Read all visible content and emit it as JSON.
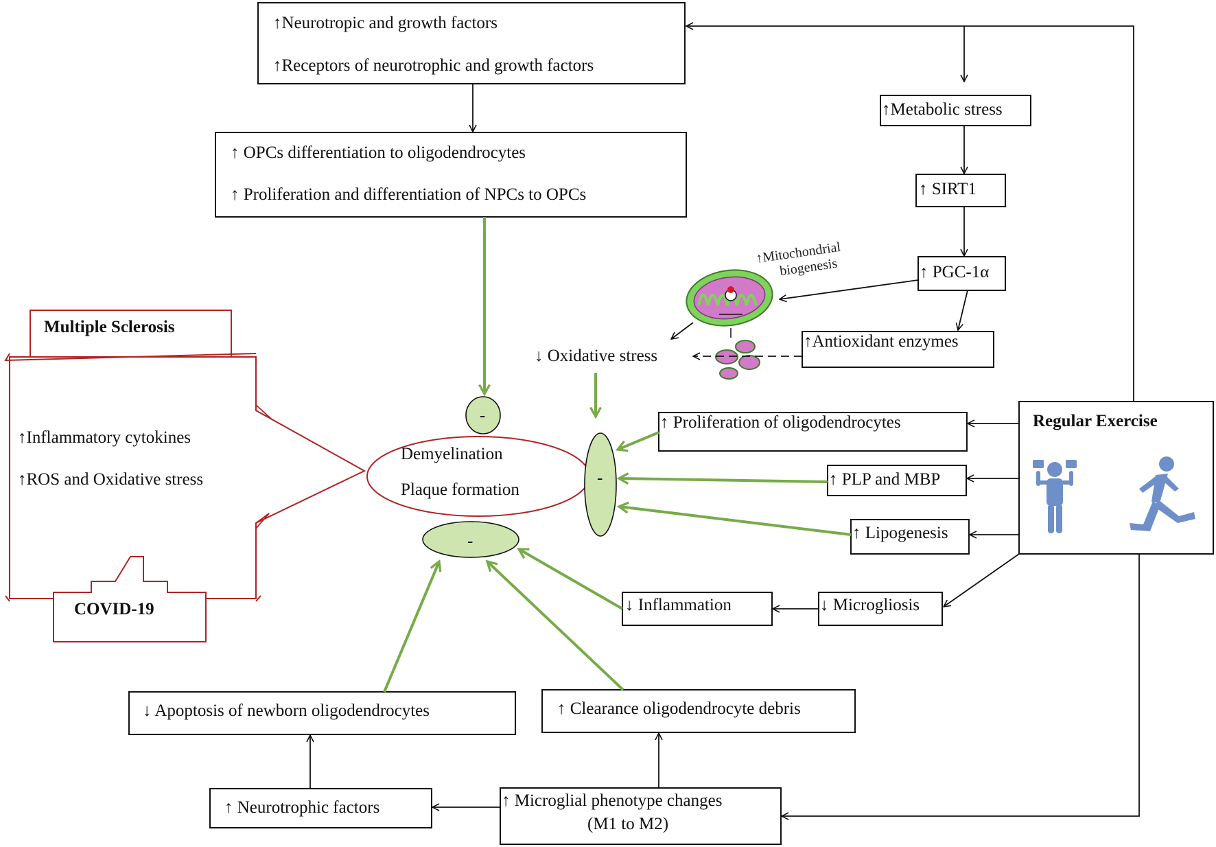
{
  "boxes": {
    "neurotrophic_line1": "↑Neurotropic and growth factors",
    "neurotrophic_line2": "↑Receptors of neurotrophic and growth factors",
    "opc_line1": "↑ OPCs differentiation to oligodendrocytes",
    "opc_line2": "↑ Proliferation and differentiation of NPCs to OPCs",
    "metabolic_stress": "↑Metabolic stress",
    "sirt1": "↑ SIRT1",
    "pgc1a": "↑ PGC-1α",
    "mito_line1": "↑Mitochondrial",
    "mito_line2": "biogenesis",
    "antioxidant": "↑Antioxidant enzymes",
    "oxidative_stress": "↓ Oxidative stress",
    "ms": "Multiple Sclerosis",
    "ms_line1": "↑Inflammatory cytokines",
    "ms_line2": "↑ROS and Oxidative stress",
    "covid": "COVID-19",
    "demyelination": "Demyelination",
    "plaque": "Plaque formation",
    "proliferation": "↑ Proliferation of oligodendrocytes",
    "plp": "↑ PLP and MBP",
    "lipogenesis": "↑ Lipogenesis",
    "regular_exercise": "Regular Exercise",
    "inflammation": "↓ Inflammation",
    "microgliosis": "↓ Microgliosis",
    "apoptosis": "↓ Apoptosis of newborn oligodendrocytes",
    "clearance": "↑ Clearance oligodendrocyte debris",
    "neurotrophic_factors": "↑ Neurotrophic factors",
    "microglial_line1": "↑ Microglial phenotype changes",
    "microglial_line2": "(M1 to M2)"
  },
  "inhibit_symbol": "-",
  "colors": {
    "inhibit_arrow": "#77ab48",
    "inhibit_fill": "#cfe5b0",
    "disease_outline": "#b22222",
    "mitochondria_outer": "#7fd35a",
    "mitochondria_inner": "#d07ac8",
    "exercise_figure": "#6f8fc8"
  },
  "icons": [
    "mitochondrion-icon",
    "weightlifter-icon",
    "runner-icon"
  ]
}
